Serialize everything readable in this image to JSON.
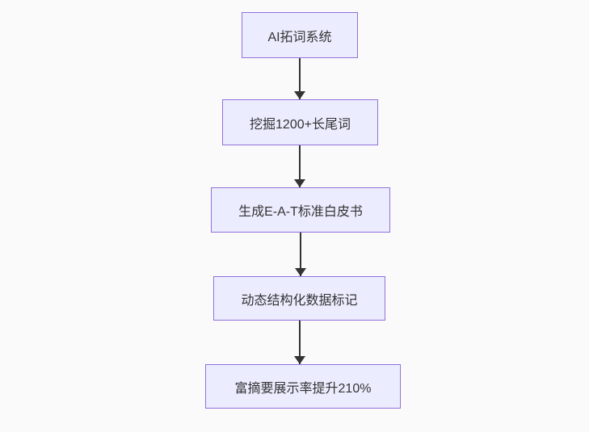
{
  "page": {
    "background_color": "#fafafa"
  },
  "flowchart": {
    "type": "vertical-flowchart",
    "direction": "top-down",
    "node_fill_color": "#ECECFF",
    "node_border_color": "#9370DB",
    "arrow_color": "#333333",
    "text_color": "#333333",
    "nodes": [
      {
        "label": "AI拓词系统"
      },
      {
        "label": "挖掘1200+长尾词"
      },
      {
        "label": "生成E-A-T标准白皮书"
      },
      {
        "label": "动态结构化数据标记"
      },
      {
        "label": "富摘要展示率提升210%"
      }
    ],
    "edges": [
      {
        "from": 0,
        "to": 1
      },
      {
        "from": 1,
        "to": 2
      },
      {
        "from": 2,
        "to": 3
      },
      {
        "from": 3,
        "to": 4
      }
    ]
  }
}
